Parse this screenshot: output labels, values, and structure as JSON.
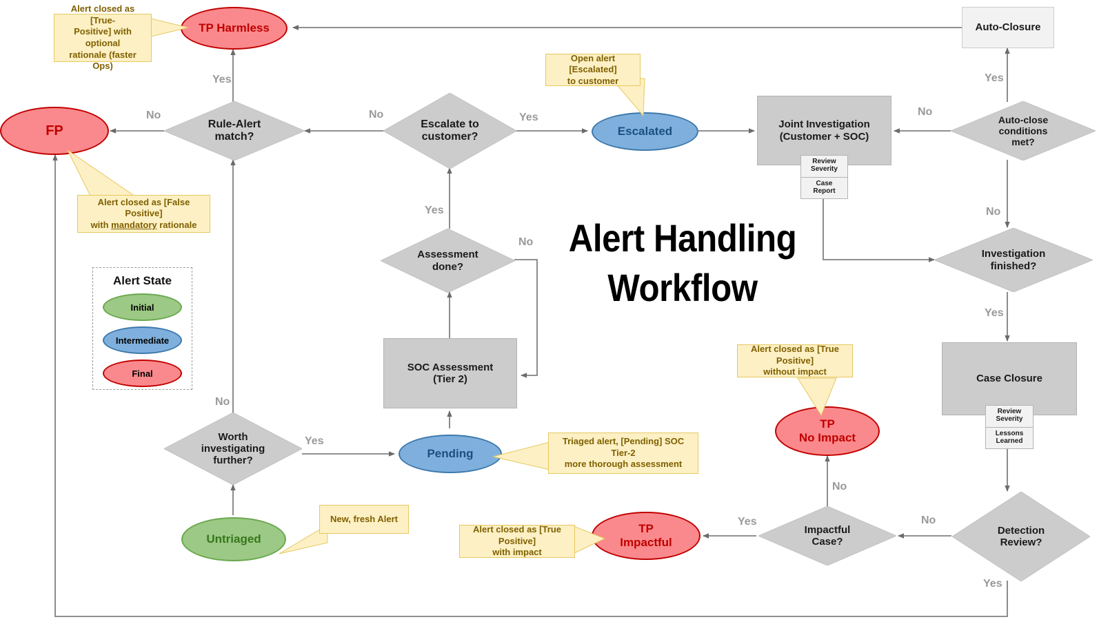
{
  "title": "Alert Handling\nWorkflow",
  "colors": {
    "initial_fill": "#9cc985",
    "initial_stroke": "#6aa84f",
    "initial_text": "#38761d",
    "intermediate_fill": "#7fb0dd",
    "intermediate_stroke": "#3d78ab",
    "intermediate_text": "#1c4e80",
    "final_fill": "#f9898c",
    "final_stroke": "#c00000",
    "final_text": "#c00000",
    "process_fill": "#cccccc",
    "process_light_fill": "#f2f2f2",
    "decision_fill": "#cccccc",
    "note_fill": "#fdf0c4",
    "note_stroke": "#e6c860",
    "note_text": "#7f6000",
    "edge": "#808080",
    "edge_label": "#999999"
  },
  "legend": {
    "title": "Alert State",
    "items": [
      {
        "label": "Initial"
      },
      {
        "label": "Intermediate"
      },
      {
        "label": "Final"
      }
    ]
  },
  "nodes": {
    "tp_harmless": "TP Harmless",
    "fp": "FP",
    "rule_alert_match": "Rule-Alert\nmatch?",
    "escalate_to_customer": "Escalate to\ncustomer?",
    "escalated": "Escalated",
    "joint_investigation": "Joint Investigation\n(Customer + SOC)",
    "auto_closure": "Auto-Closure",
    "auto_close_conditions": "Auto-close\nconditions\nmet?",
    "investigation_finished": "Investigation\nfinished?",
    "assessment_done": "Assessment\ndone?",
    "soc_assessment": "SOC Assessment\n(Tier 2)",
    "case_closure": "Case Closure",
    "worth_investigating": "Worth\ninvestigating\nfurther?",
    "pending": "Pending",
    "untriaged": "Untriaged",
    "tp_no_impact": "TP\nNo Impact",
    "tp_impactful": "TP\nImpactful",
    "impactful_case": "Impactful\nCase?",
    "detection_review": "Detection\nReview?"
  },
  "subtables": {
    "joint_investigation": [
      "Review\nSeverity",
      "Case\nReport"
    ],
    "case_closure": [
      "Review\nSeverity",
      "Lessons\nLearned"
    ]
  },
  "notes": {
    "tp_harmless": "Alert closed as [True-\nPositive] with optional\nrationale (faster Ops)",
    "fp_prefix": "Alert closed as [False Positive]\nwith ",
    "fp_underlined": "mandatory",
    "fp_suffix": " rationale",
    "escalated": "Open alert [Escalated]\nto customer",
    "pending": "Triaged alert, [Pending] SOC Tier-2\nmore thorough assessment",
    "untriaged": "New, fresh Alert",
    "tp_no_impact": "Alert closed as [True Positive]\nwithout impact",
    "tp_impactful": "Alert closed as [True Positive]\nwith impact"
  },
  "edge_labels": {
    "rule_match_yes": "Yes",
    "rule_match_no": "No",
    "escalate_no": "No",
    "escalate_yes": "Yes",
    "assessment_yes": "Yes",
    "assessment_no": "No",
    "worth_no": "No",
    "worth_yes": "Yes",
    "autoclose_yes": "Yes",
    "autoclose_no_left": "No",
    "autoclose_no_down": "No",
    "investigation_yes": "Yes",
    "impactful_no": "No",
    "impactful_yes": "Yes",
    "detection_no": "No",
    "detection_yes": "Yes"
  }
}
